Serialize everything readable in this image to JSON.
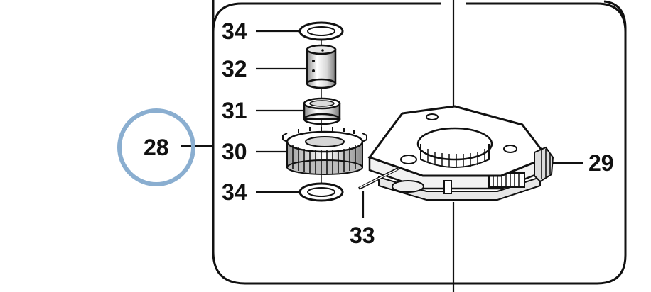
{
  "diagram": {
    "callouts": {
      "c34_top": "34",
      "c32": "32",
      "c31": "31",
      "c30": "30",
      "c34_bottom": "34",
      "c28": "28",
      "c29": "29",
      "c33": "33"
    },
    "colors": {
      "line": "#111111",
      "highlight_circle": "#8aaed0",
      "part_fill": "#ffffff",
      "shade": "#cfcfcf",
      "dark_shade": "#9a9a9a"
    }
  }
}
